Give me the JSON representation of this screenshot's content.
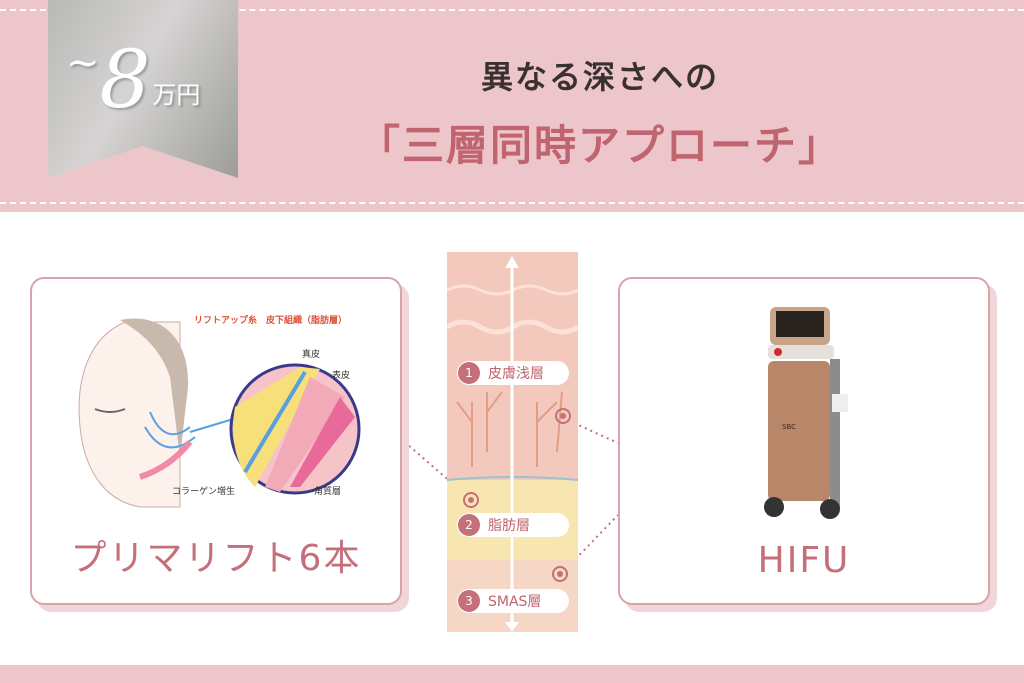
{
  "header": {
    "price_prefix": "~",
    "price_number": "8",
    "price_unit": "万円",
    "title_line1": "異なる深さへの",
    "title_line2": "「三層同時アプローチ」"
  },
  "left_card": {
    "label": "プリマリフト6本",
    "callouts": [
      "リフトアップ糸",
      "皮下組織（脂肪層）",
      "真皮",
      "表皮",
      "コラーゲン増生",
      "角質層"
    ]
  },
  "layers": [
    {
      "num": "1",
      "label": "皮膚浅層"
    },
    {
      "num": "2",
      "label": "脂肪層"
    },
    {
      "num": "3",
      "label": "SMAS層"
    }
  ],
  "right_card": {
    "label": "HIFU",
    "device_brand": "SBC"
  },
  "colors": {
    "header_bg": "#ecc6ca",
    "accent": "#c46f79",
    "title_dark": "#3b3030"
  }
}
